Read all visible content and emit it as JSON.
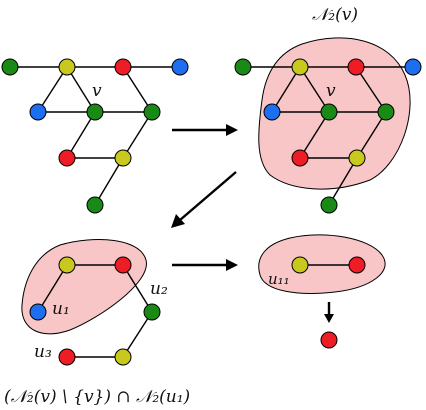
{
  "colors": {
    "green": "#1a8a16",
    "yellow": "#c8c81e",
    "red": "#ee1c24",
    "blue": "#1e6ef0",
    "highlight": "#f8c6c6"
  },
  "labels": {
    "v_left": "v",
    "n2v_title": "𝒩₂(v)",
    "v_right": "v",
    "u1": "u₁",
    "u2": "u₂",
    "u3": "u₃",
    "u11": "u₁₁",
    "bottom_formula": "(𝒩₂(v) \\ {v}) ∩ 𝒩₂(u₁)"
  }
}
